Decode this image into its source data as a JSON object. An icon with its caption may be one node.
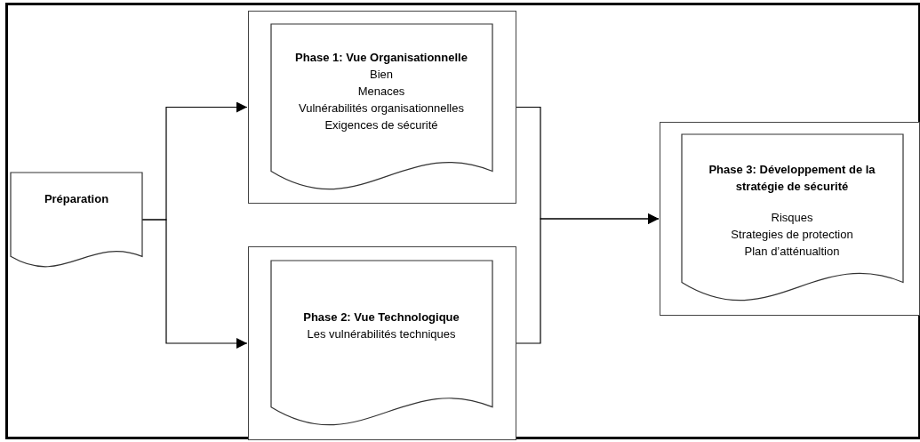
{
  "diagram": {
    "nodes": [
      {
        "text": [
          "Préparation"
        ]
      },
      {
        "text": [],
        "shape": "box"
      },
      {
        "text": [
          "Phase 1: Vue Organisationnelle",
          "Bien",
          "Menaces",
          "Vulnérabilités organisationnelles",
          "Exigences de sécurité"
        ],
        "in": 1
      },
      {
        "text": [],
        "shape": "box"
      },
      {
        "text": [
          "Phase 2: Vue Technologique",
          "Les vulnérabilités techniques"
        ],
        "in": 3
      },
      {
        "text": [],
        "shape": "box"
      },
      {
        "text": [
          "Phase 3: Développement de la stratégie de sécurité",
          "Risques",
          "Strategies de protection",
          "Plan d’atténualtion"
        ],
        "in": 5
      }
    ],
    "edges": [
      {
        "from": 0,
        "to": 1,
        "arrow": "to"
      },
      {
        "from": 0,
        "to": 3,
        "arrow": "to"
      },
      {
        "from": 1,
        "to": 5,
        "arrow": "to"
      },
      {
        "from": 3,
        "to": 5,
        "arrow": "to"
      }
    ]
  }
}
